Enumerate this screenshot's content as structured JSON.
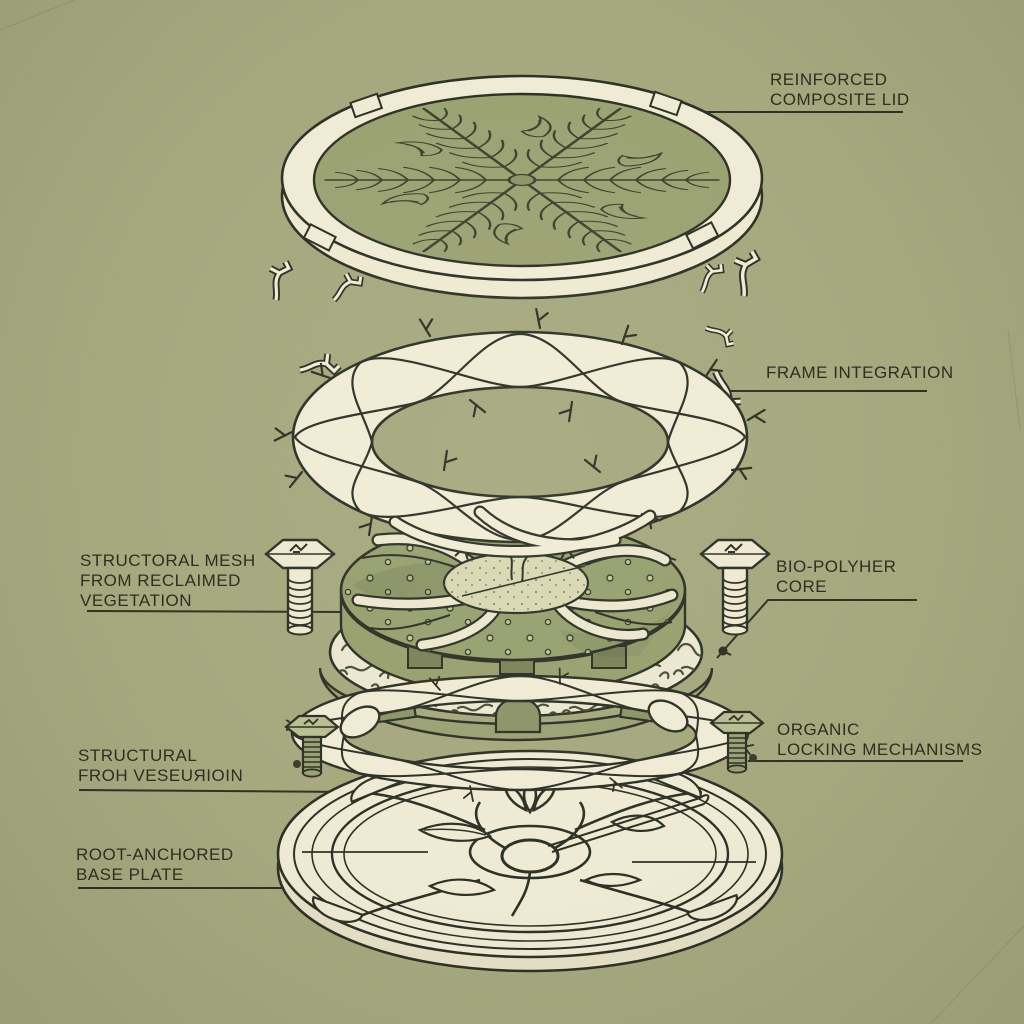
{
  "palette": {
    "background": "#a6a87e",
    "ink": "#2e3226",
    "cream": "#f0ebd4",
    "lid_green": "#9ba272",
    "disc_green": "#97a06f",
    "pale_core": "#d9d8b2"
  },
  "labels": {
    "lid": "REINFORCED\nCOMPOSITE LID",
    "frame": "FRAME INTEGRATION",
    "mesh": "STRUCTORAL MESH\nFROM RECLAIMED\nVEGETATION",
    "core": "BIO-POLYHER\nCORE",
    "locking": "ORGANIC\nLOCKING MECHANISMS",
    "structural": "STRUCTURAL\nFROH VESEUЯIOIN",
    "base": "ROOT-ANCHORED\nBASE PLATE"
  }
}
